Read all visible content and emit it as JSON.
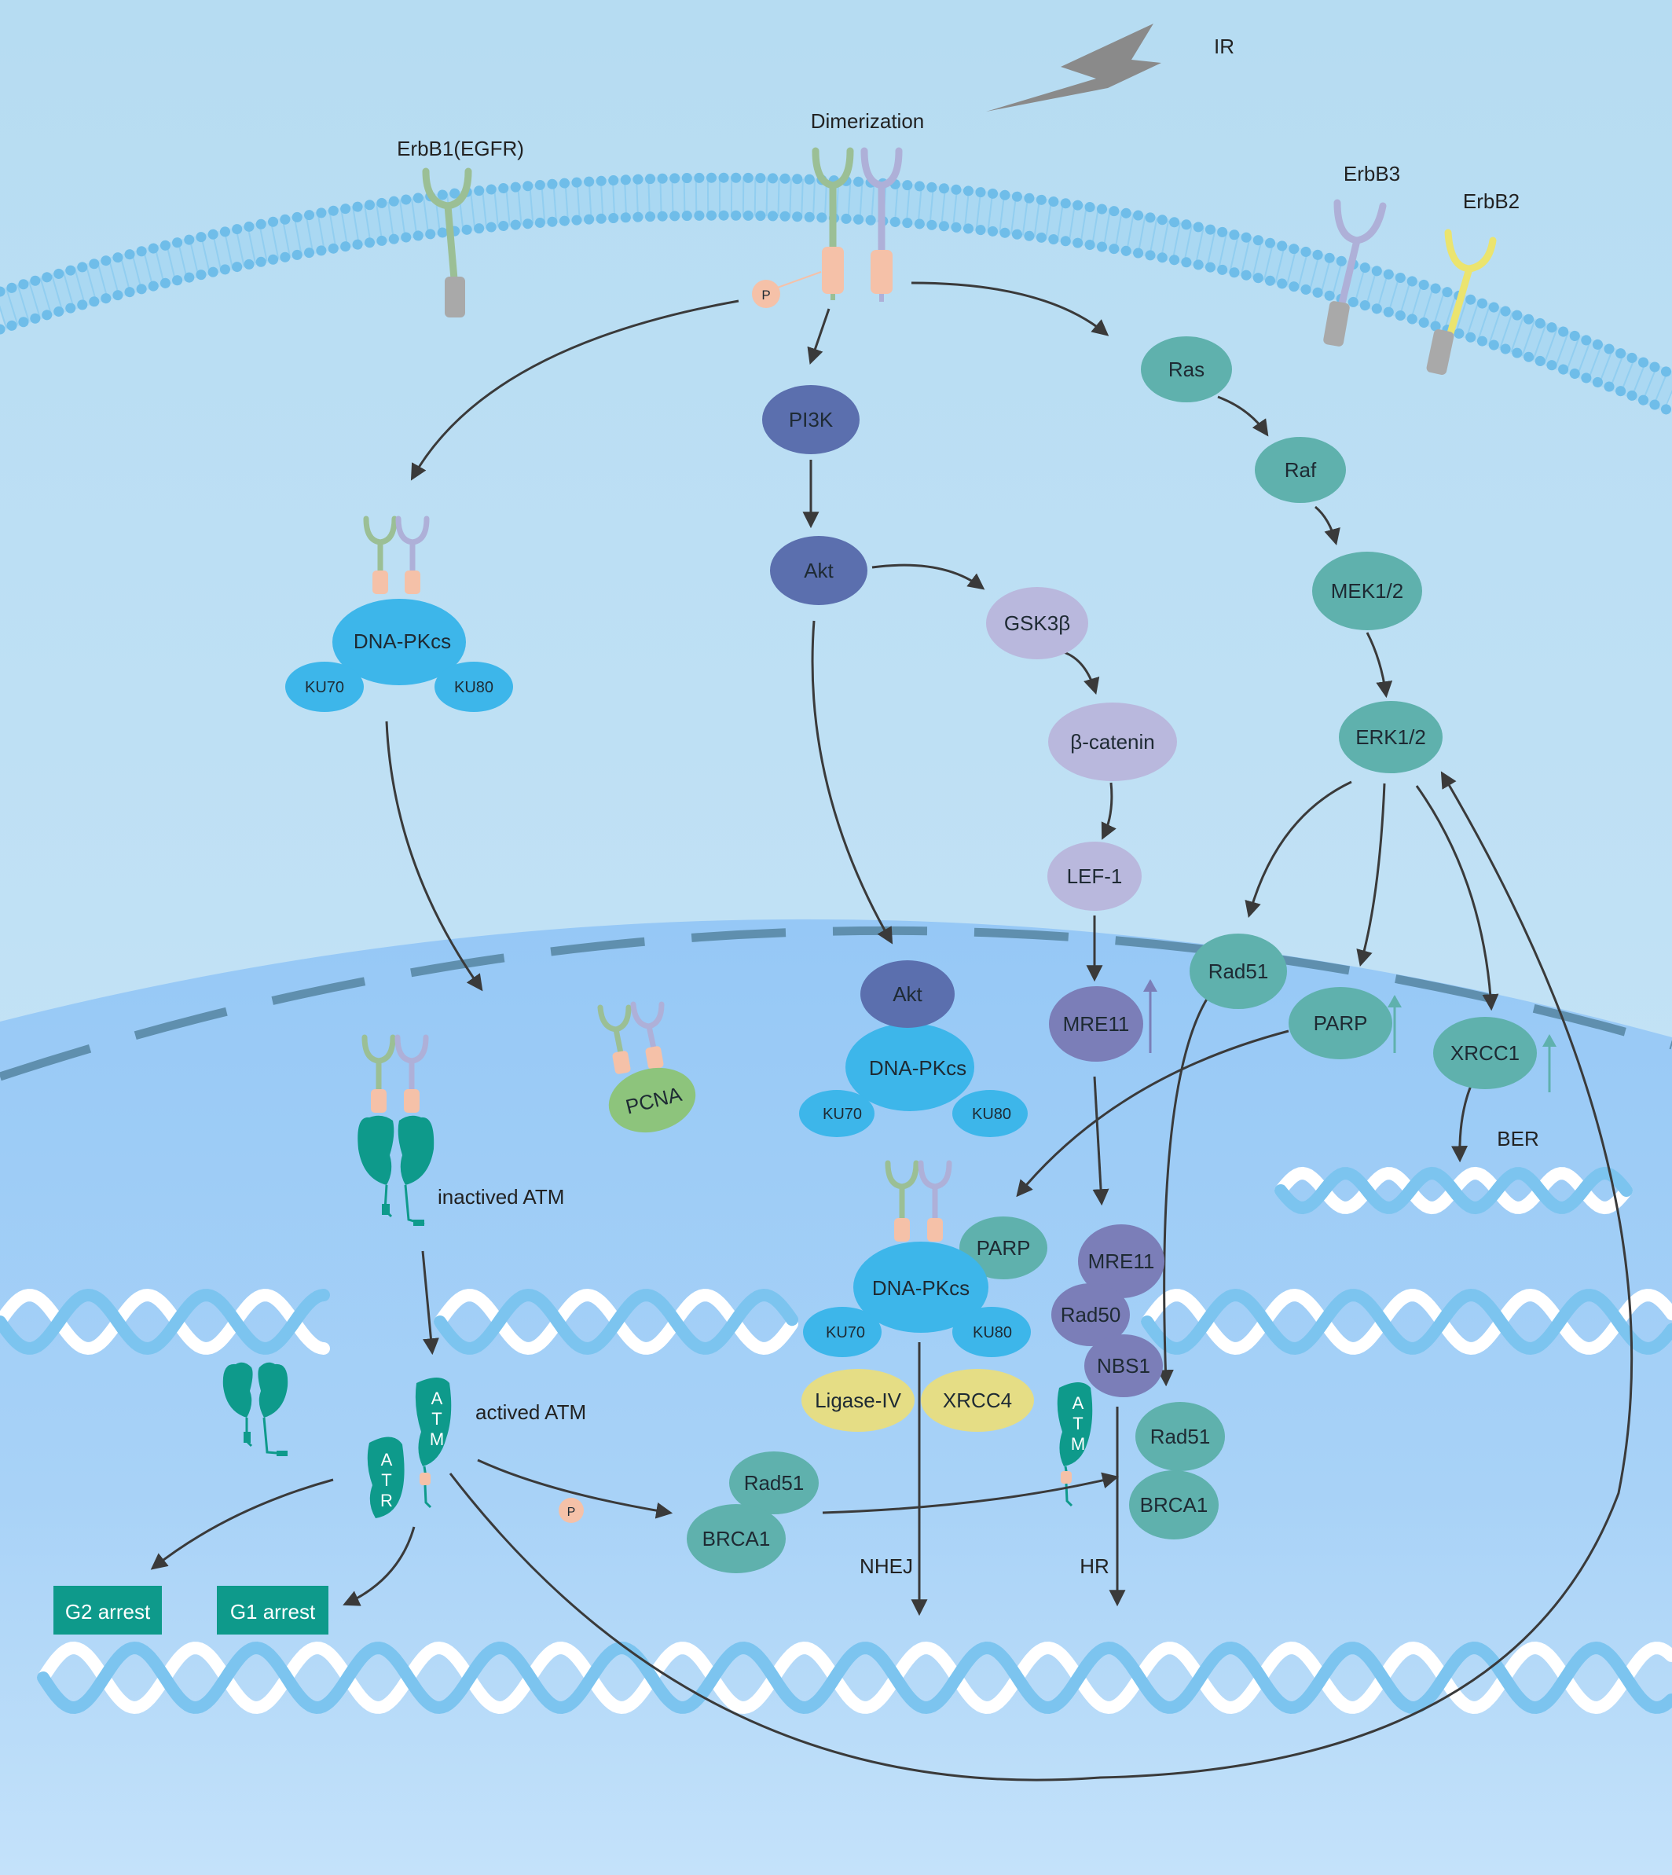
{
  "colors": {
    "cytoplasm": "#b9ddf3",
    "nucleus": "#a6cff6",
    "membrane_bead": "#7cc3ec",
    "teal": "#5fb1ad",
    "navy": "#5b6fae",
    "lavender": "#b9b8dd",
    "periwinkle": "#7b7eb8",
    "sky": "#3db6ea",
    "yellow": "#e5dd85",
    "green": "#8dc47c",
    "atm": "#0e9a8b",
    "dna": "#7cc4ef",
    "arrow": "#3a3a3a"
  },
  "labels": {
    "ir": "IR",
    "dimerization": "Dimerization",
    "erbb1": "ErbB1(EGFR)",
    "erbb3": "ErbB3",
    "erbb2": "ErbB2",
    "inactive_atm": "inactived ATM",
    "active_atm": "actived ATM",
    "ber": "BER",
    "nhej": "NHEJ",
    "hr": "HR",
    "p": "P",
    "atm_letters": "ATM",
    "atr_letters": "ATR"
  },
  "nodes": {
    "ras": "Ras",
    "raf": "Raf",
    "mek": "MEK1/2",
    "erk": "ERK1/2",
    "pi3k": "PI3K",
    "akt_cyto": "Akt",
    "gsk": "GSK3β",
    "bcat": "β-catenin",
    "lef": "LEF-1",
    "dnapk1": "DNA-PKcs",
    "ku70_1": "KU70",
    "ku80_1": "KU80",
    "rad51_a": "Rad51",
    "parp_a": "PARP",
    "xrcc1": "XRCC1",
    "mre11_a": "MRE11",
    "akt_nuc": "Akt",
    "dnapk2": "DNA-PKcs",
    "ku70_2": "KU70",
    "ku80_2": "KU80",
    "pcna": "PCNA",
    "parp_b": "PARP",
    "dnapk3": "DNA-PKcs",
    "ku70_3": "KU70",
    "ku80_3": "KU80",
    "ligase": "Ligase-IV",
    "xrcc4": "XRCC4",
    "mre11_b": "MRE11",
    "rad50": "Rad50",
    "nbs1": "NBS1",
    "rad51_b": "Rad51",
    "brca1_b": "BRCA1",
    "rad51_c": "Rad51",
    "brca1_c": "BRCA1"
  },
  "boxes": {
    "g2": "G2 arrest",
    "g1": "G1 arrest"
  }
}
